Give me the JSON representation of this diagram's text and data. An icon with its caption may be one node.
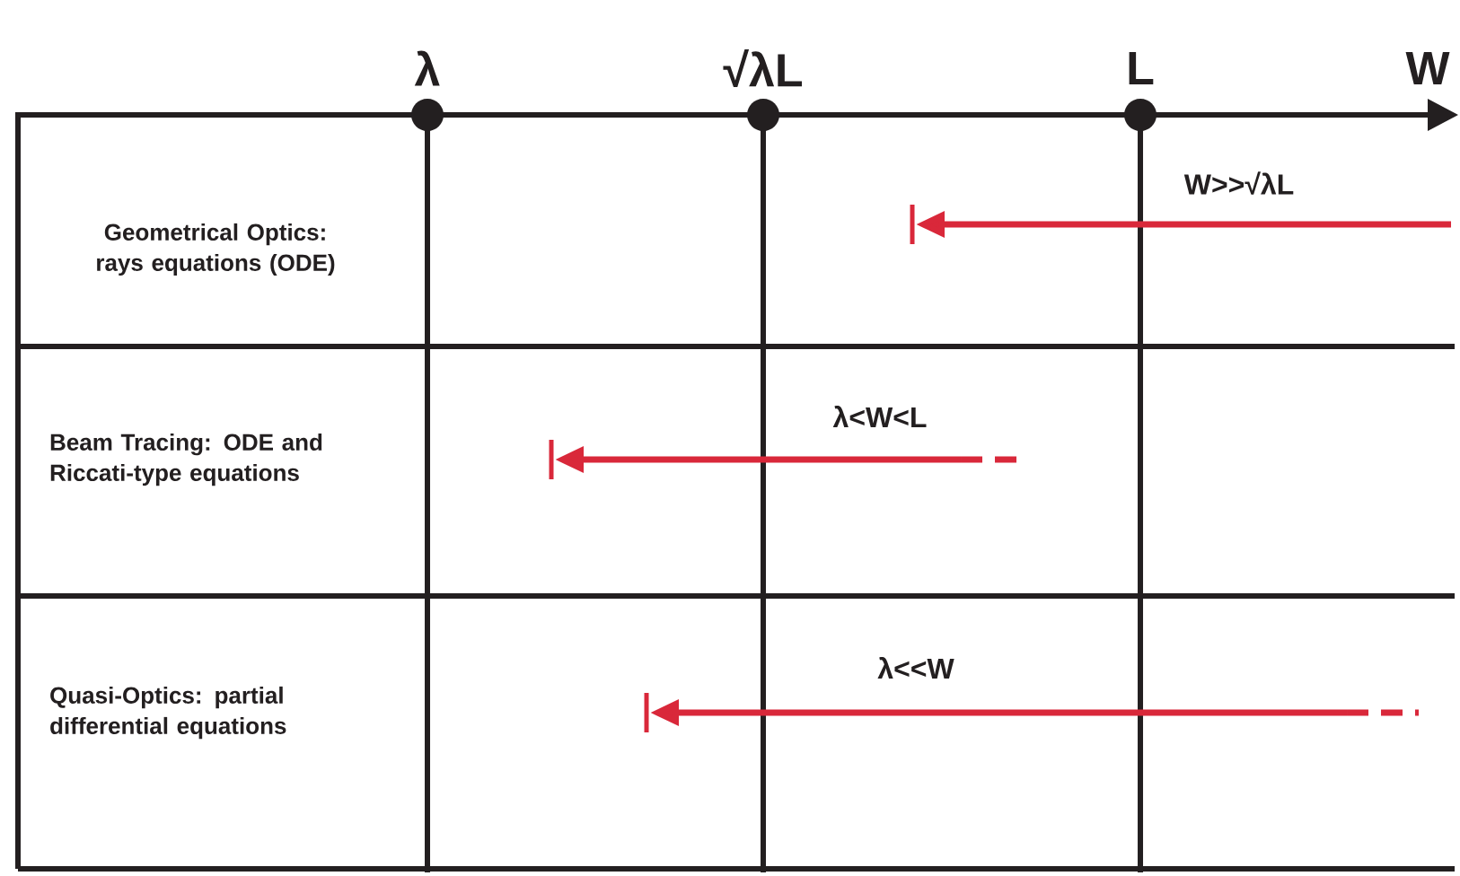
{
  "diagram": {
    "nodes": [
      {
        "text": [
          "Geometrical Optics: rays equations (ODE)"
        ]
      },
      {
        "text": [
          "Beam Tracing: ODE and Riccati-type equations"
        ]
      },
      {
        "text": [
          "Quasi-Optics: partial differential equations"
        ]
      }
    ],
    "labels": [
      "λ",
      "√λL",
      "L",
      "W",
      "W>>√λL",
      "λ<W<L",
      "λ<<W"
    ]
  }
}
